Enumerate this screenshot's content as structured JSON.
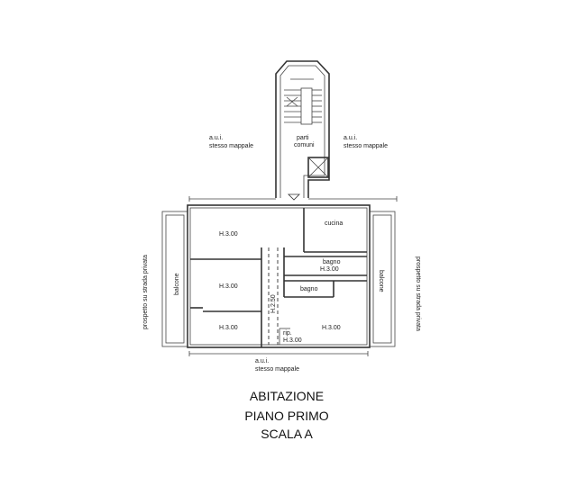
{
  "labels": {
    "aui_left_1": "a.u.i.",
    "aui_left_2": "stesso mappale",
    "aui_right_1": "a.u.i.",
    "aui_right_2": "stesso mappale",
    "aui_bottom_1": "a.u.i.",
    "aui_bottom_2": "stesso mappale",
    "parti_1": "parti",
    "parti_2": "comuni",
    "prospetto_left": "prospetto su strada privata",
    "prospetto_right": "prospetto su strada privata",
    "balcone_left": "balcone",
    "balcone_right": "balcone",
    "room_h1": "H.3.00",
    "room_h2": "H.3.00",
    "room_h3": "H.3.00",
    "room_h4": "H.3.00",
    "cucina": "cucina",
    "bagno1": "bagno",
    "bagno1_h": "H.3.00",
    "bagno2": "bagno",
    "corridor_h": "H.2.50",
    "rip": "rip.",
    "rip_h": "H.3.00"
  },
  "title": {
    "line1": "ABITAZIONE",
    "line2": "PIANO PRIMO",
    "line3": "SCALA A"
  }
}
